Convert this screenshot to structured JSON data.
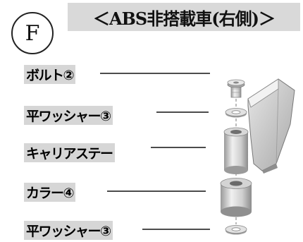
{
  "section": {
    "letter": "F"
  },
  "title": "＜ABS非搭載車(右側)＞",
  "parts": [
    {
      "id": "bolt",
      "label": "ボルト②"
    },
    {
      "id": "washer-top",
      "label": "平ワッシャー③"
    },
    {
      "id": "carrier-stay",
      "label": "キャリアステー"
    },
    {
      "id": "collar",
      "label": "カラー④"
    },
    {
      "id": "washer-bottom",
      "label": "平ワッシャー③"
    }
  ]
}
